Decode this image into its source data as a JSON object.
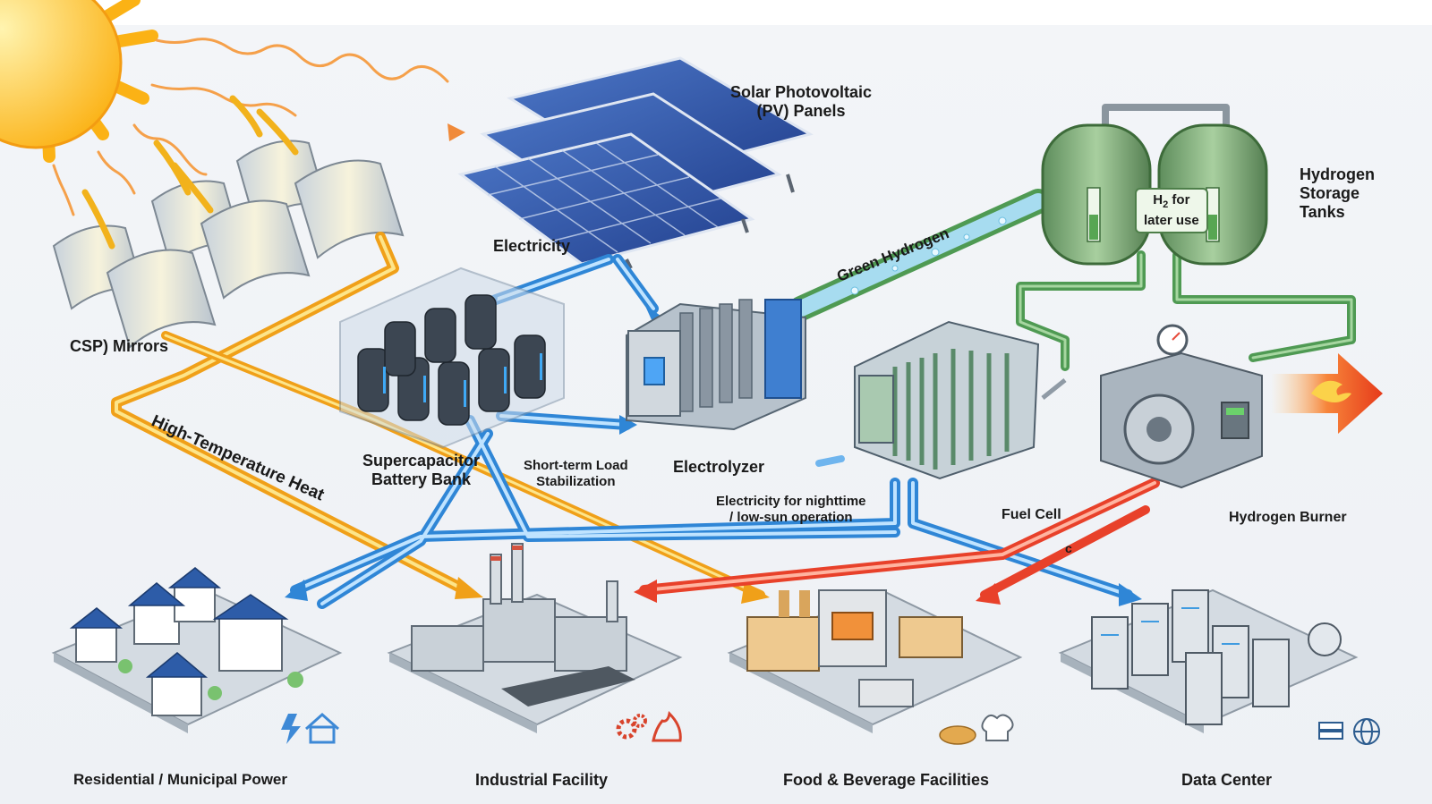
{
  "labels": {
    "pv_panels": [
      "Solar Photovoltaic",
      "(PV) Panels"
    ],
    "csp_mirrors": "CSP) Mirrors",
    "electricity": "Electricity",
    "green_hydrogen": "Green Hydrogen",
    "h2_tank_note": {
      "h": "H",
      "sub": "2",
      "rest": " for",
      "line2": "later use"
    },
    "hydrogen_tanks": [
      "Hydrogen",
      "Storage",
      "Tanks"
    ],
    "high_temp_heat": "High-Temperature Heat",
    "supercapacitor": [
      "Supercapacitor",
      "Battery Bank"
    ],
    "short_term": [
      "Short-term Load",
      "Stabilization"
    ],
    "electrolyzer": "Electrolyzer",
    "night_electricity": [
      "Electricity for nighttime",
      "/ low-sun operation"
    ],
    "fuel_cell": "Fuel Cell",
    "stray_c": "c",
    "hydrogen_burner": "Hydrogen Burner",
    "residential": "Residential / Municipal Power",
    "industrial": "Industrial Facility",
    "food": "Food & Beverage Facilities",
    "data_center": "Data Center"
  },
  "icons": [
    "sun-icon",
    "csp-mirror-icon",
    "pv-panel-icon",
    "battery-bank-icon",
    "electrolyzer-icon",
    "hydrogen-tank-icon",
    "fuel-cell-icon",
    "hydrogen-burner-icon",
    "flame-icon",
    "houses-icon",
    "factory-icon",
    "kitchen-icon",
    "server-rack-icon",
    "lightning-icon",
    "home-icon",
    "gear-icon",
    "fire-icon",
    "bread-icon",
    "chef-hat-icon",
    "server-icon",
    "globe-icon"
  ],
  "colors": {
    "electricity": "#3d9be9",
    "heat": "#f5b820",
    "hydrogen": "#6fbf73",
    "hot": "#f04a2a",
    "sun": "#fbb215"
  }
}
